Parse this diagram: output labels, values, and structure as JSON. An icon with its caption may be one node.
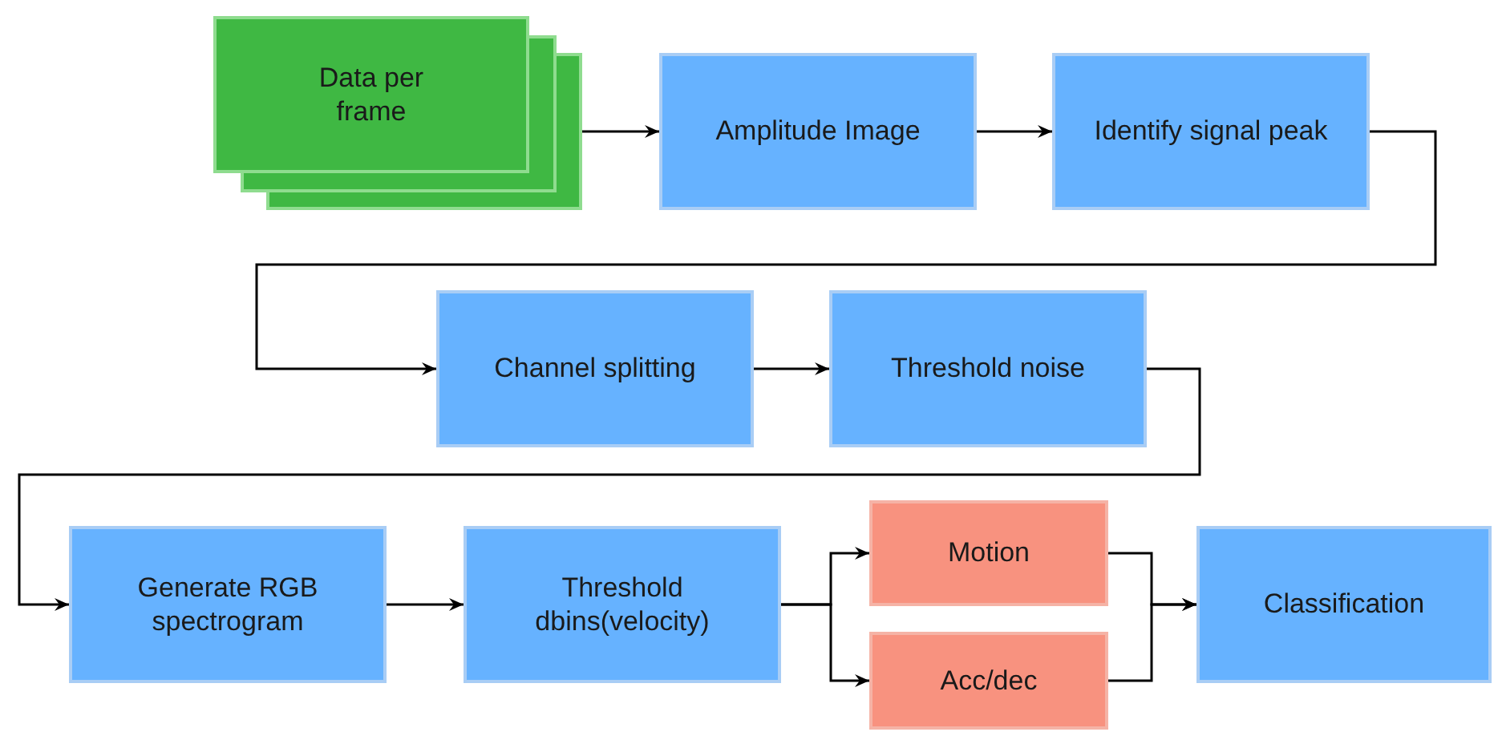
{
  "diagram": {
    "nodes": [
      {
        "text": [
          "Data per frame"
        ]
      },
      {
        "text": [
          "Amplitude Image"
        ]
      },
      {
        "text": [
          "Identify signal peak"
        ]
      },
      {
        "text": [
          "Channel splitting"
        ]
      },
      {
        "text": [
          "Threshold noise"
        ]
      },
      {
        "text": [
          "Generate RGB spectrogram"
        ]
      },
      {
        "text": [
          "Threshold dbins(velocity)"
        ]
      },
      {
        "text": [
          "Motion"
        ]
      },
      {
        "text": [
          "Acc/dec"
        ]
      },
      {
        "text": [
          "Classification"
        ]
      }
    ],
    "edges": [
      {
        "from": 0,
        "to": 1,
        "arrow": "to"
      },
      {
        "from": 1,
        "to": 2,
        "arrow": "to"
      },
      {
        "from": 2,
        "to": 3,
        "arrow": "to"
      },
      {
        "from": 3,
        "to": 4,
        "arrow": "to"
      },
      {
        "from": 4,
        "to": 5,
        "arrow": "to"
      },
      {
        "from": 5,
        "to": 6,
        "arrow": "to"
      },
      {
        "from": 6,
        "to": 7,
        "arrow": "to"
      },
      {
        "from": 6,
        "to": 8,
        "arrow": "to"
      },
      {
        "from": 7,
        "to": 9,
        "arrow": "to"
      },
      {
        "from": 8,
        "to": 9,
        "arrow": "to"
      }
    ]
  }
}
